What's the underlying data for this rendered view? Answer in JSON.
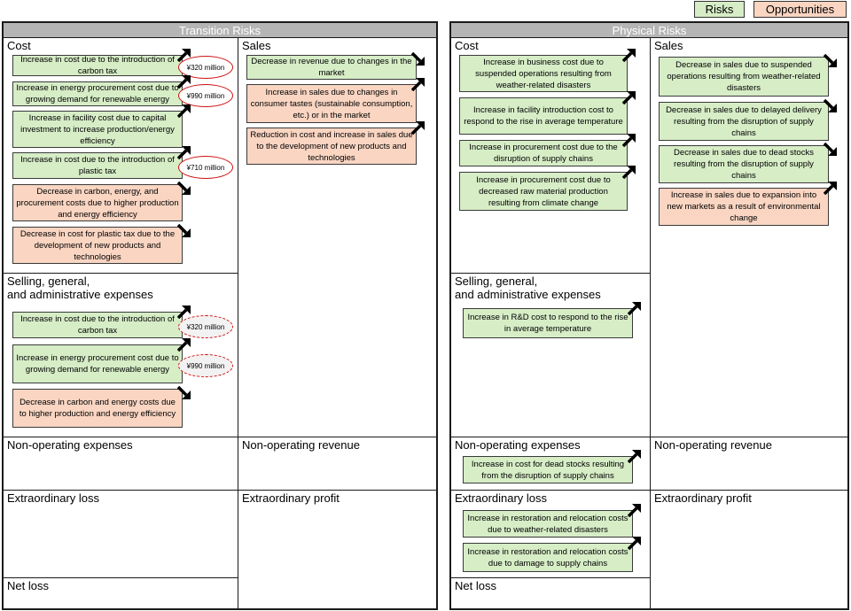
{
  "legend": {
    "risks": "Risks",
    "opportunities": "Opportunities"
  },
  "colors": {
    "risk": "#d6edc6",
    "opportunity": "#f9d5c2",
    "oval_border": "#d01010",
    "header": "#b5b5b5"
  },
  "transition": {
    "title": "Transition Risks",
    "cost": {
      "title": "Cost",
      "items": [
        {
          "text": "Increase in cost due to the introduction of carbon tax",
          "kind": "risk",
          "arrow": "up",
          "oval": "¥320 million"
        },
        {
          "text": "Increase in energy procurement cost due to growing demand for renewable energy",
          "kind": "risk",
          "arrow": "up",
          "oval": "¥990 million"
        },
        {
          "text": "Increase in facility cost due to capital investment to increase production/energy efficiency",
          "kind": "risk",
          "arrow": "up"
        },
        {
          "text": "Increase in cost due to the introduction of plastic tax",
          "kind": "risk",
          "arrow": "up",
          "oval": "¥710 million"
        },
        {
          "text": "Decrease in carbon, energy, and procurement costs due to higher production and energy efficiency",
          "kind": "opportunity",
          "arrow": "down"
        },
        {
          "text": "Decrease in cost for plastic tax due to the development of new products and technologies",
          "kind": "opportunity",
          "arrow": "down"
        }
      ]
    },
    "sales": {
      "title": "Sales",
      "items": [
        {
          "text": "Decrease in revenue due to changes in the market",
          "kind": "risk",
          "arrow": "down"
        },
        {
          "text": "Increase in sales due to changes in consumer tastes (sustainable consumption, etc.) or in the market",
          "kind": "opportunity",
          "arrow": "up"
        },
        {
          "text": "Reduction in cost and increase in sales due to the development of new products and technologies",
          "kind": "opportunity",
          "arrow": "up"
        }
      ]
    },
    "sga": {
      "title": "Selling, general,\nand administrative expenses",
      "items": [
        {
          "text": "Increase in cost due to the introduction of carbon tax",
          "kind": "risk",
          "arrow": "up",
          "oval": "¥320 million"
        },
        {
          "text": "Increase in energy procurement cost due to growing demand for renewable energy",
          "kind": "risk",
          "arrow": "up",
          "oval": "¥990 million"
        },
        {
          "text": "Decrease in carbon and energy costs due to higher production and energy efficiency",
          "kind": "opportunity",
          "arrow": "down"
        }
      ]
    },
    "non_op_expenses": {
      "title": "Non-operating expenses"
    },
    "non_op_revenue": {
      "title": "Non-operating revenue"
    },
    "extra_loss": {
      "title": "Extraordinary loss"
    },
    "extra_profit": {
      "title": "Extraordinary profit"
    },
    "net_loss": {
      "title": "Net loss"
    }
  },
  "physical": {
    "title": "Physical Risks",
    "cost": {
      "title": "Cost",
      "items": [
        {
          "text": "Increase in business cost due to suspended operations resulting from weather-related disasters",
          "kind": "risk",
          "arrow": "up"
        },
        {
          "text": "Increase in facility introduction cost to respond to the rise in average temperature",
          "kind": "risk",
          "arrow": "up"
        },
        {
          "text": "Increase in procurement cost due to the disruption of supply chains",
          "kind": "risk",
          "arrow": "up"
        },
        {
          "text": "Increase in procurement cost due to decreased raw material production resulting from climate change",
          "kind": "risk",
          "arrow": "up"
        }
      ]
    },
    "sales": {
      "title": "Sales",
      "items": [
        {
          "text": "Decrease in sales due to suspended operations resulting from weather-related disasters",
          "kind": "risk",
          "arrow": "down"
        },
        {
          "text": "Decrease in sales due to delayed delivery resulting from the disruption of supply chains",
          "kind": "risk",
          "arrow": "down"
        },
        {
          "text": "Decrease in sales due to dead stocks resulting from the disruption of supply chains",
          "kind": "risk",
          "arrow": "down"
        },
        {
          "text": "Increase in sales due to expansion into new markets as a result of environmental change",
          "kind": "opportunity",
          "arrow": "up"
        }
      ]
    },
    "sga": {
      "title": "Selling, general,\nand administrative expenses",
      "items": [
        {
          "text": "Increase in R&D cost to respond to the rise in average temperature",
          "kind": "risk",
          "arrow": "up"
        }
      ]
    },
    "non_op_expenses": {
      "title": "Non-operating expenses",
      "items": [
        {
          "text": "Increase in cost for dead stocks resulting from the disruption of supply chains",
          "kind": "risk",
          "arrow": "up"
        }
      ]
    },
    "non_op_revenue": {
      "title": "Non-operating revenue"
    },
    "extra_loss": {
      "title": "Extraordinary loss",
      "items": [
        {
          "text": "Increase in restoration and relocation costs due to weather-related disasters",
          "kind": "risk",
          "arrow": "up"
        },
        {
          "text": "Increase in restoration and relocation costs due to damage to supply chains",
          "kind": "risk",
          "arrow": "up"
        }
      ]
    },
    "extra_profit": {
      "title": "Extraordinary profit"
    },
    "net_loss": {
      "title": "Net loss"
    }
  }
}
